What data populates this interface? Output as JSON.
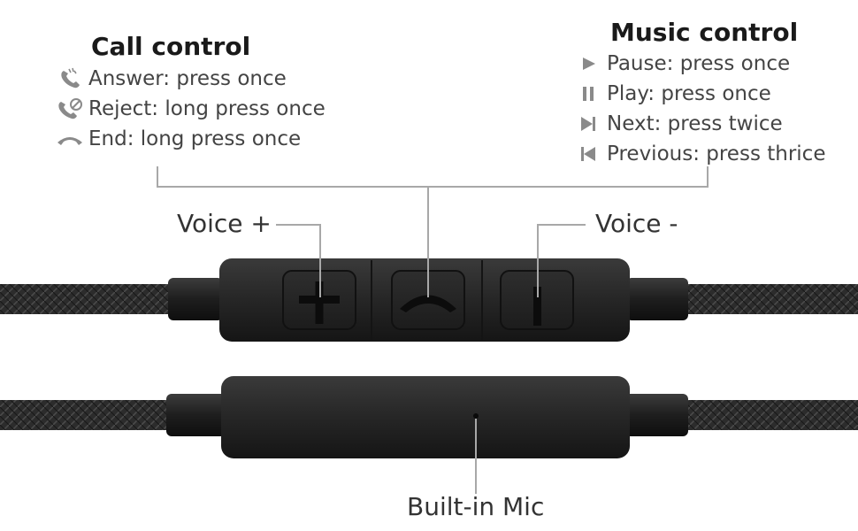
{
  "call_control": {
    "title": "Call control",
    "items": [
      {
        "icon": "phone-ringing-icon",
        "text": "Answer: press once"
      },
      {
        "icon": "phone-reject-icon",
        "text": "Reject: long press once"
      },
      {
        "icon": "phone-hangup-icon",
        "text": "End: long press once"
      }
    ]
  },
  "music_control": {
    "title": "Music control",
    "items": [
      {
        "icon": "play-icon",
        "text": "Pause: press once"
      },
      {
        "icon": "pause-icon",
        "text": "Play: press once"
      },
      {
        "icon": "next-track-icon",
        "text": "Next: press twice"
      },
      {
        "icon": "previous-track-icon",
        "text": "Previous: press thrice"
      }
    ]
  },
  "labels": {
    "volume_up": "Voice +",
    "volume_down": "Voice -",
    "mic": "Built-in Mic"
  },
  "colors": {
    "leader_line": "#a8a8a8",
    "cable": "#2a2a2a",
    "remote_body": "#262626",
    "icon_gray": "#8a8a8a"
  }
}
